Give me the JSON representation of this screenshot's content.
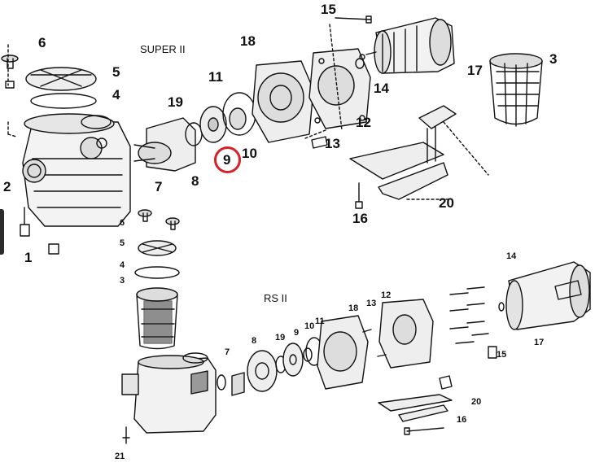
{
  "sections": [
    {
      "title": "SUPER II"
    },
    {
      "title": "RS II"
    }
  ],
  "callouts_top": [
    "15",
    "6",
    "18",
    "5",
    "17",
    "3",
    "4",
    "11",
    "19",
    "14",
    "12",
    "10",
    "9",
    "13",
    "2",
    "7",
    "8",
    "20",
    "16",
    "1"
  ],
  "callouts_bottom": [
    "6",
    "5",
    "4",
    "3",
    "14",
    "12",
    "13",
    "18",
    "11",
    "10",
    "9",
    "19",
    "8",
    "7",
    "15",
    "17",
    "20",
    "16",
    "21"
  ],
  "highlighted_part": "9",
  "colors": {
    "ink": "#111111",
    "highlight": "#d8202a",
    "background": "#ffffff"
  }
}
